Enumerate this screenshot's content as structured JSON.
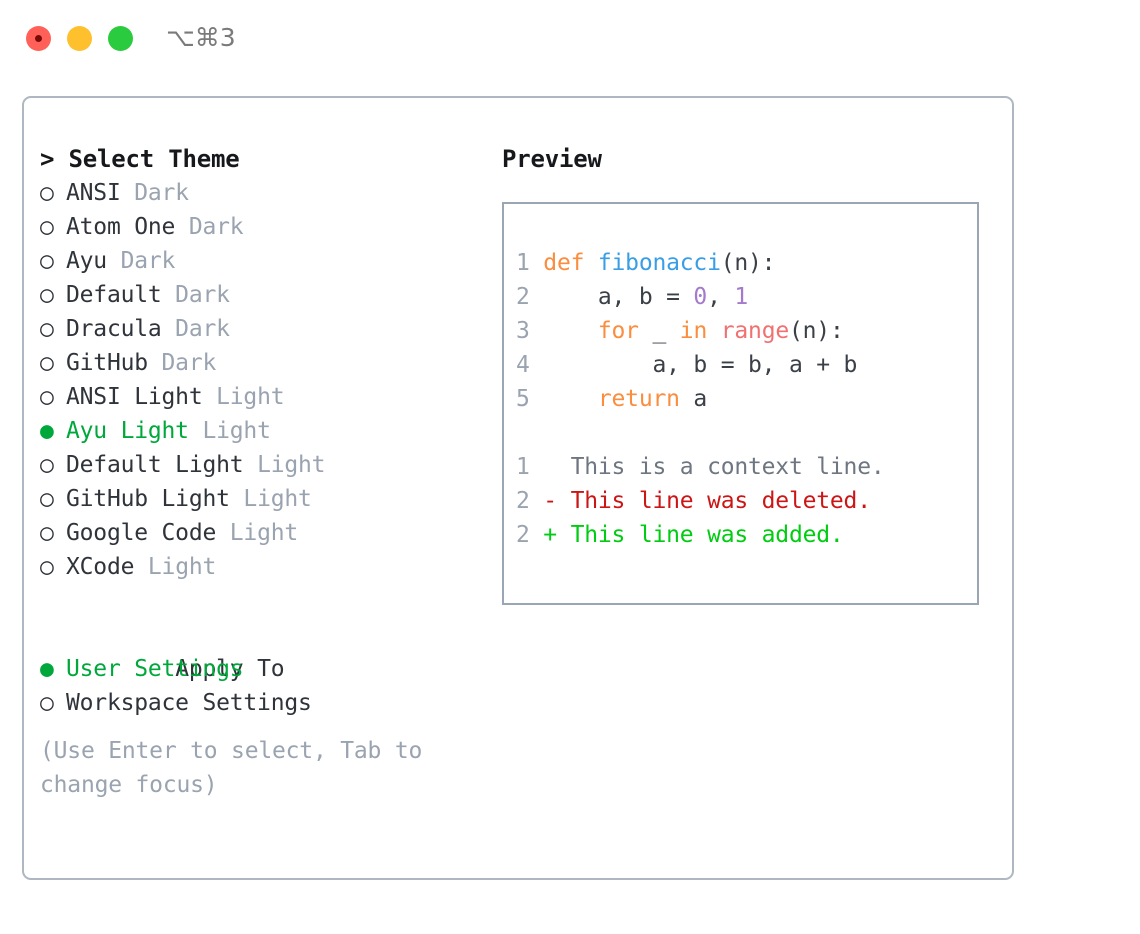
{
  "titlebar": {
    "shortcut": "⌥⌘3",
    "buttons": {
      "close": "close",
      "minimize": "minimize",
      "maximize": "maximize"
    }
  },
  "theme_picker": {
    "heading": "> Select Theme",
    "selected_marker": "●",
    "unselected_marker": "○",
    "items": [
      {
        "marker": "○",
        "name": "ANSI",
        "category": "Dark",
        "selected": false
      },
      {
        "marker": "○",
        "name": "Atom One",
        "category": "Dark",
        "selected": false
      },
      {
        "marker": "○",
        "name": "Ayu",
        "category": "Dark",
        "selected": false
      },
      {
        "marker": "○",
        "name": "Default",
        "category": "Dark",
        "selected": false
      },
      {
        "marker": "○",
        "name": "Dracula",
        "category": "Dark",
        "selected": false
      },
      {
        "marker": "○",
        "name": "GitHub",
        "category": "Dark",
        "selected": false
      },
      {
        "marker": "○",
        "name": "ANSI Light",
        "category": "Light",
        "selected": false
      },
      {
        "marker": "●",
        "name": "Ayu Light",
        "category": "Light",
        "selected": true
      },
      {
        "marker": "○",
        "name": "Default Light",
        "category": "Light",
        "selected": false
      },
      {
        "marker": "○",
        "name": "GitHub Light",
        "category": "Light",
        "selected": false
      },
      {
        "marker": "○",
        "name": "Google Code",
        "category": "Light",
        "selected": false
      },
      {
        "marker": "○",
        "name": "XCode",
        "category": "Light",
        "selected": false
      }
    ]
  },
  "apply_to": {
    "label": "Apply To",
    "items": [
      {
        "marker": "●",
        "name": "User Settings",
        "selected": true
      },
      {
        "marker": "○",
        "name": "Workspace Settings",
        "selected": false
      }
    ]
  },
  "hint": "(Use Enter to select, Tab to change focus)",
  "preview": {
    "title": "Preview",
    "code_lines": [
      {
        "num": "1",
        "tokens": [
          {
            "t": "def ",
            "c": "kw"
          },
          {
            "t": "fibonacci",
            "c": "fn"
          },
          {
            "t": "(n):",
            "c": "txt"
          }
        ]
      },
      {
        "num": "2",
        "tokens": [
          {
            "t": "    a, b = ",
            "c": "txt"
          },
          {
            "t": "0",
            "c": "num"
          },
          {
            "t": ", ",
            "c": "txt"
          },
          {
            "t": "1",
            "c": "num"
          }
        ]
      },
      {
        "num": "3",
        "tokens": [
          {
            "t": "    ",
            "c": "txt"
          },
          {
            "t": "for",
            "c": "kw"
          },
          {
            "t": " _ ",
            "c": "txt"
          },
          {
            "t": "in",
            "c": "kw"
          },
          {
            "t": " ",
            "c": "txt"
          },
          {
            "t": "range",
            "c": "bi"
          },
          {
            "t": "(n):",
            "c": "txt"
          }
        ]
      },
      {
        "num": "4",
        "tokens": [
          {
            "t": "        a, b = b, a + b",
            "c": "txt"
          }
        ]
      },
      {
        "num": "5",
        "tokens": [
          {
            "t": "    ",
            "c": "txt"
          },
          {
            "t": "return",
            "c": "kw"
          },
          {
            "t": " a",
            "c": "txt"
          }
        ]
      }
    ],
    "diff_lines": [
      {
        "num": "1",
        "sign": " ",
        "text": " This is a context line.",
        "kind": "ctx"
      },
      {
        "num": "2",
        "sign": "-",
        "text": " This line was deleted.",
        "kind": "del"
      },
      {
        "num": "2",
        "sign": "+",
        "text": " This line was added.",
        "kind": "add"
      }
    ]
  },
  "colors": {
    "panel_border": "#aeb7c2",
    "preview_border": "#9aa6b4",
    "selected_green": "#00a83c",
    "muted": "#9aa3b0",
    "keyword": "#fa8d3e",
    "function": "#399ee6",
    "number": "#a37acc",
    "builtin": "#f07171",
    "diff_deleted": "#cc1616",
    "diff_added": "#00cc11",
    "close_button": "#ff6159",
    "minimize_button": "#ffc02e",
    "maximize_button": "#2bcb3f"
  }
}
